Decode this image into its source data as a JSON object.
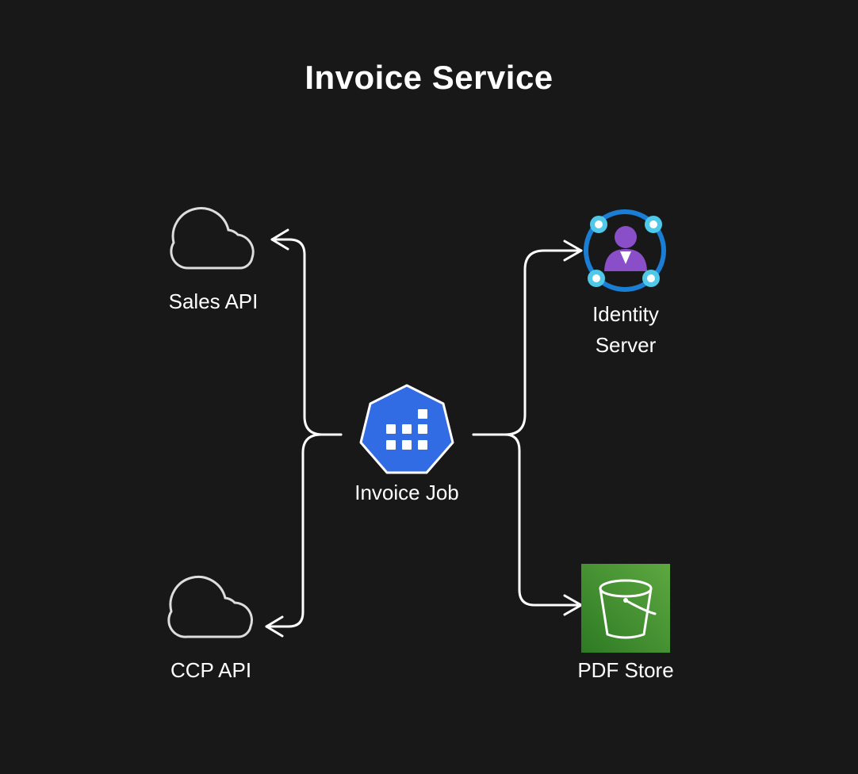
{
  "title": "Invoice Service",
  "nodes": {
    "sales_api": {
      "label": "Sales API",
      "icon": "cloud-icon"
    },
    "ccp_api": {
      "label": "CCP API",
      "icon": "cloud-icon"
    },
    "invoice_job": {
      "label": "Invoice Job",
      "icon": "kubernetes-job-icon"
    },
    "identity_server": {
      "label_line1": "Identity",
      "label_line2": "Server",
      "icon": "identity-user-icon"
    },
    "pdf_store": {
      "label": "PDF Store",
      "icon": "s3-bucket-icon"
    }
  },
  "edges": [
    {
      "from": "invoice_job",
      "to": "sales_api"
    },
    {
      "from": "invoice_job",
      "to": "ccp_api"
    },
    {
      "from": "invoice_job",
      "to": "identity_server"
    },
    {
      "from": "invoice_job",
      "to": "pdf_store"
    }
  ],
  "colors": {
    "background": "#181818",
    "stroke": "#ffffff",
    "cloud": "#dddddd",
    "k8s_blue": "#326ce5",
    "identity_ring": "#1a7fd4",
    "identity_node": "#50c8e8",
    "identity_person": "#8a4fc8",
    "bucket_green_dark": "#2e7a24",
    "bucket_green_light": "#5da840"
  }
}
